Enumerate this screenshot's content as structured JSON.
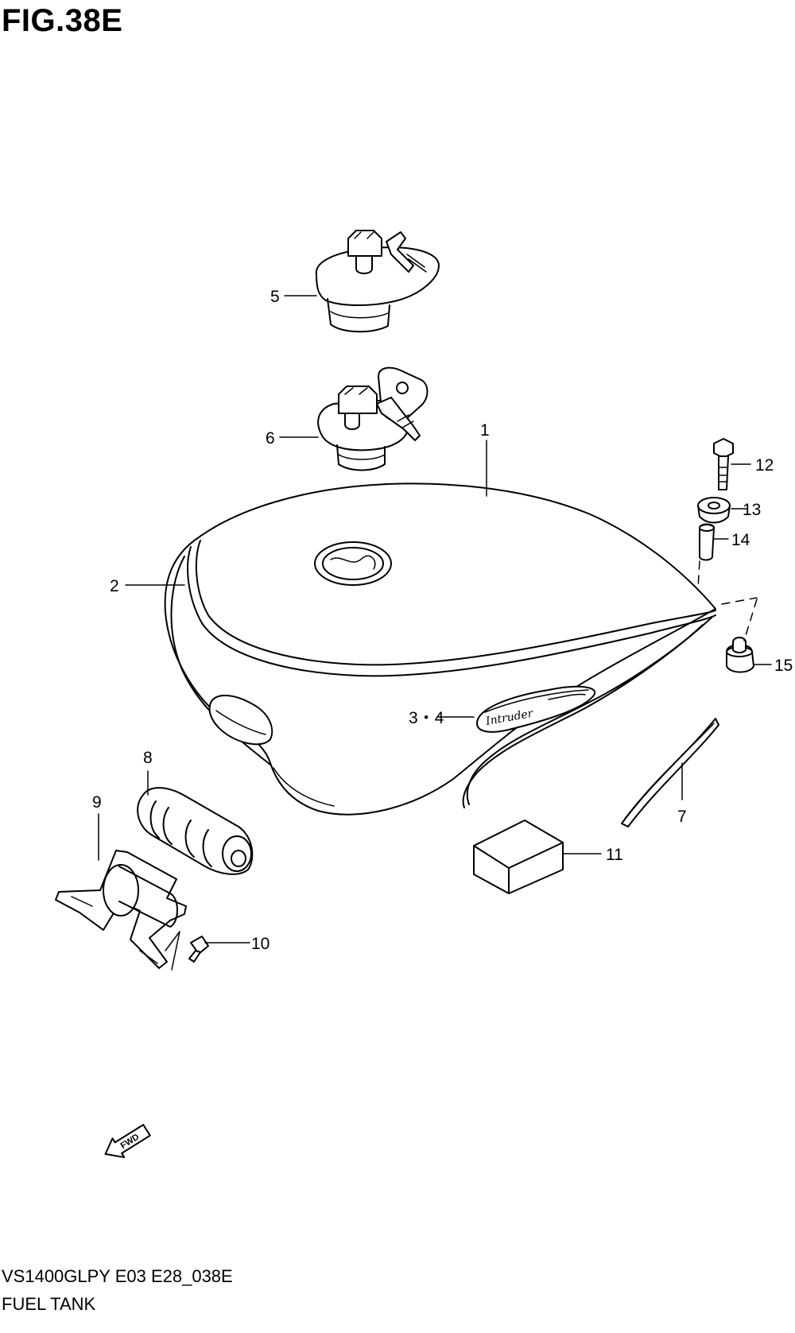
{
  "figure": {
    "title": "FIG.38E",
    "model_code": "VS1400GLPY E03 E28_038E",
    "section_name": "FUEL TANK"
  },
  "callouts": {
    "c1": "1",
    "c2": "2",
    "c3_4": "3・4",
    "c5": "5",
    "c6": "6",
    "c7": "7",
    "c8": "8",
    "c9": "9",
    "c10": "10",
    "c11": "11",
    "c12": "12",
    "c13": "13",
    "c14": "14",
    "c15": "15"
  },
  "badge_text": "Intruder",
  "fwd_label": "FWD"
}
